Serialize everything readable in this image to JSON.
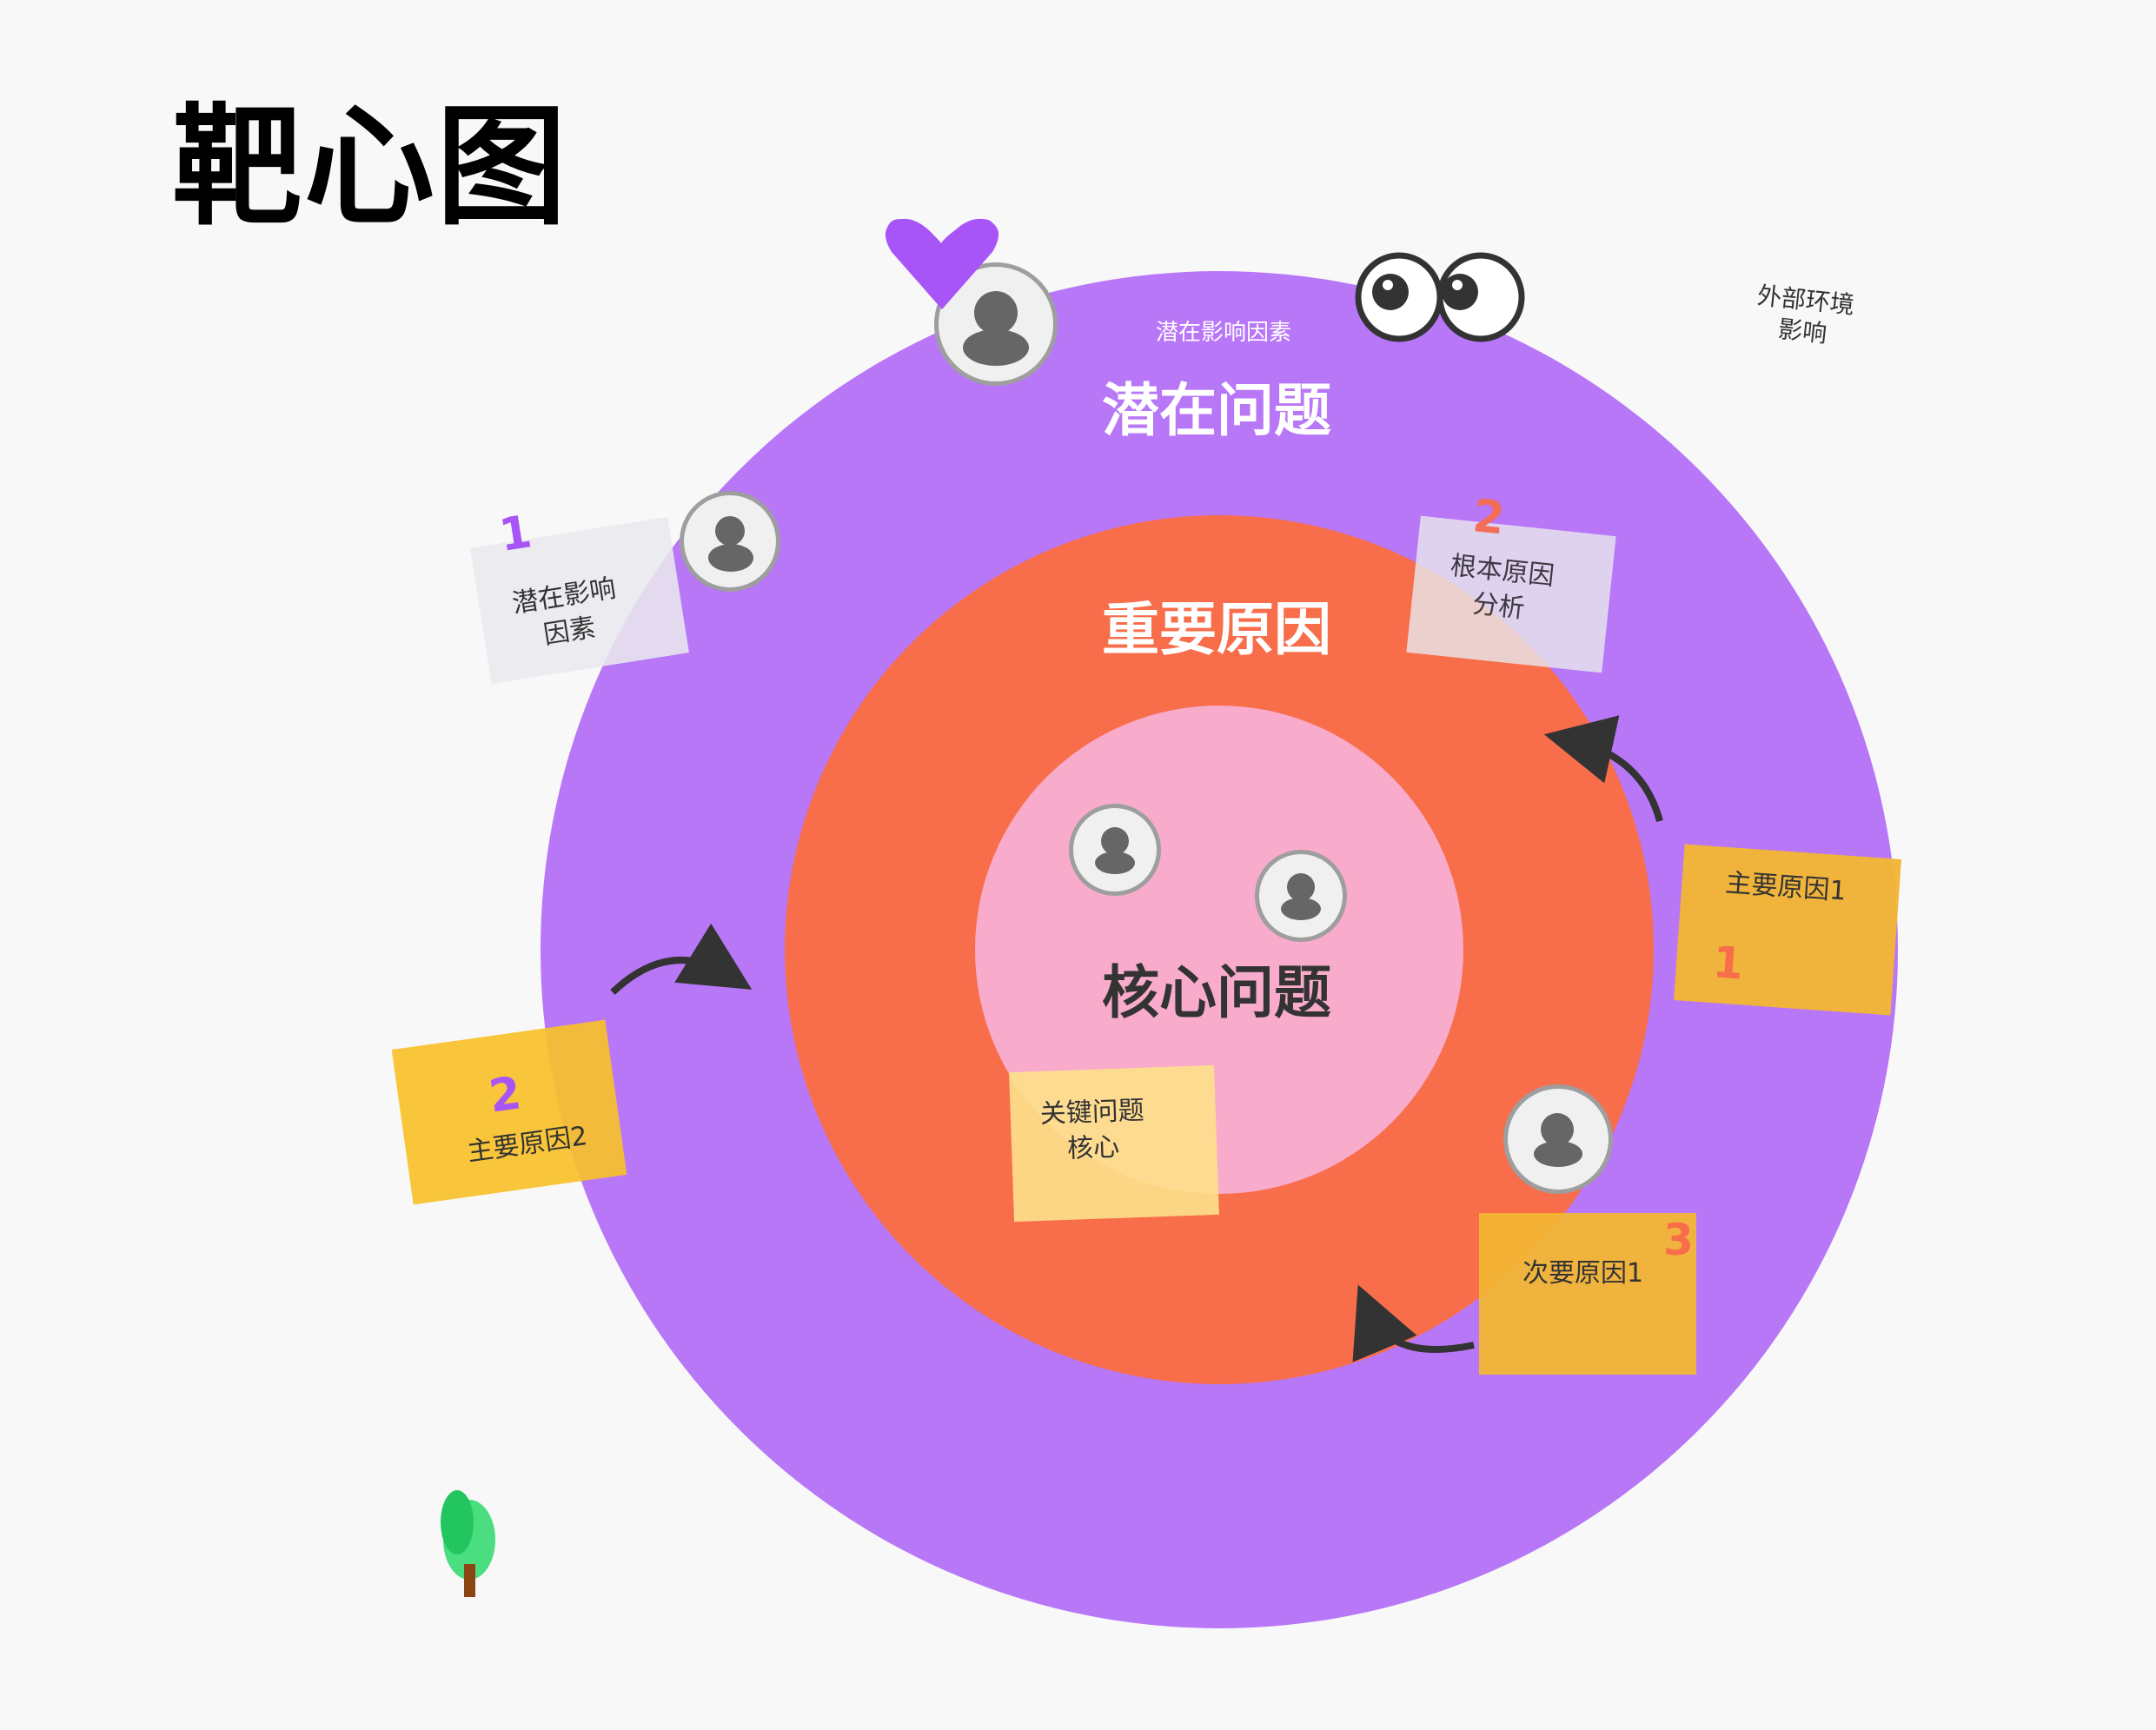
{
  "title": "靶心图",
  "rings": {
    "outer": {
      "label": "潜在问题",
      "sublabel": "潜在影响因素",
      "color": "#b877f7"
    },
    "middle": {
      "label": "重要原因",
      "color": "#f86d4a"
    },
    "inner": {
      "label": "核心问题",
      "color": "#f8abca"
    }
  },
  "external_label": "外部环境\n影响",
  "notes": [
    {
      "id": "potential-factors",
      "number": "1",
      "text": "潜在影响\n因素",
      "number_color": "#a855f7",
      "color": "#e8e8ee"
    },
    {
      "id": "root-cause-analysis",
      "number": "2",
      "text": "根本原因\n分析",
      "number_color": "#f86d4a",
      "color": "#e8e8ee"
    },
    {
      "id": "main-cause-1",
      "number": "1",
      "text": "主要原因1",
      "number_color": "#f86d4a",
      "color": "#f2b535"
    },
    {
      "id": "main-cause-2",
      "number": "2",
      "text": "主要原因2",
      "number_color": "#a855f7",
      "color": "#f7c133"
    },
    {
      "id": "key-issue-core",
      "number": "",
      "text": "关键问题\n核心",
      "color": "#fde08c"
    },
    {
      "id": "secondary-cause-1",
      "number": "3",
      "text": "次要原因1",
      "number_color": "#f86d4a",
      "color": "#f2b535"
    }
  ],
  "decorations": {
    "heart_color": "#a855f7",
    "tree_colors": {
      "leaf_dark": "#22c55e",
      "leaf_light": "#4ade80",
      "trunk": "#8b4513"
    },
    "arrow_color": "#333333",
    "avatar_icon": "user-avatar-icon"
  }
}
